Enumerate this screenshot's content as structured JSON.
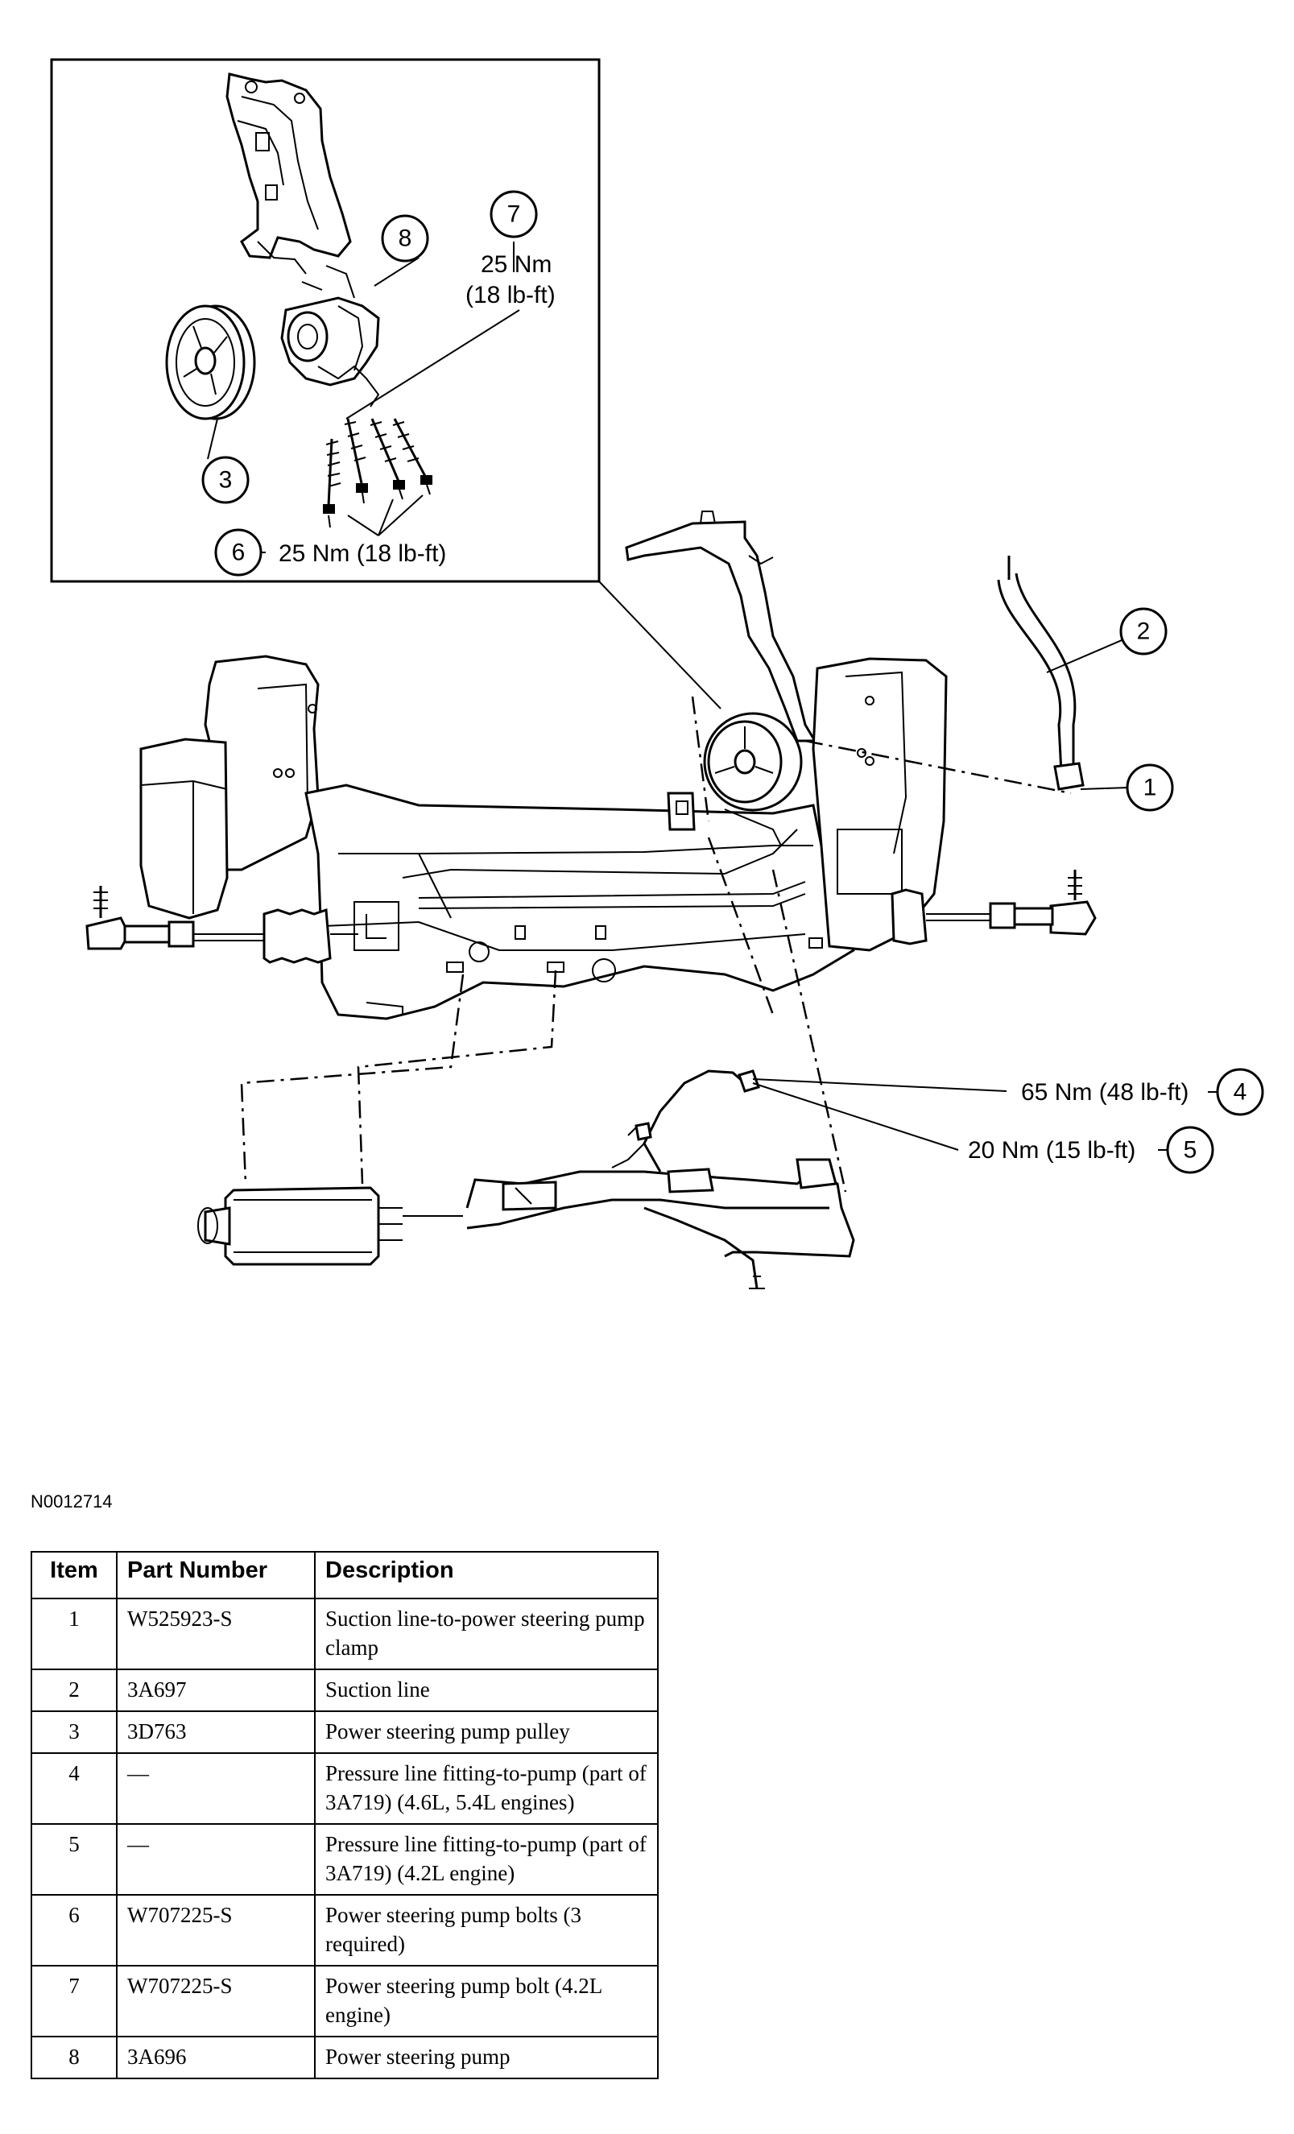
{
  "figure_id": "N0012714",
  "callouts": {
    "c1": "1",
    "c2": "2",
    "c3": "3",
    "c4": "4",
    "c5": "5",
    "c6": "6",
    "c7": "7",
    "c8": "8"
  },
  "torque_labels": {
    "item7_nm": "25 Nm",
    "item7_lbft": "(18 lb-ft)",
    "item6": "25 Nm (18 lb-ft)",
    "item4": "65 Nm (48 lb-ft)",
    "item5": "20 Nm (15 lb-ft)"
  },
  "table": {
    "headers": [
      "Item",
      "Part Number",
      "Description"
    ],
    "rows": [
      {
        "item": "1",
        "part_number": "W525923-S",
        "description": "Suction line-to-power steering pump clamp"
      },
      {
        "item": "2",
        "part_number": "3A697",
        "description": "Suction line"
      },
      {
        "item": "3",
        "part_number": "3D763",
        "description": "Power steering pump pulley"
      },
      {
        "item": "4",
        "part_number": "—",
        "description": "Pressure line fitting-to-pump (part of 3A719) (4.6L, 5.4L engines)"
      },
      {
        "item": "5",
        "part_number": "—",
        "description": "Pressure line fitting-to-pump (part of 3A719) (4.2L engine)"
      },
      {
        "item": "6",
        "part_number": "W707225-S",
        "description": "Power steering pump bolts (3 required)"
      },
      {
        "item": "7",
        "part_number": "W707225-S",
        "description": "Power steering pump bolt (4.2L engine)"
      },
      {
        "item": "8",
        "part_number": "3A696",
        "description": "Power steering pump"
      }
    ]
  }
}
